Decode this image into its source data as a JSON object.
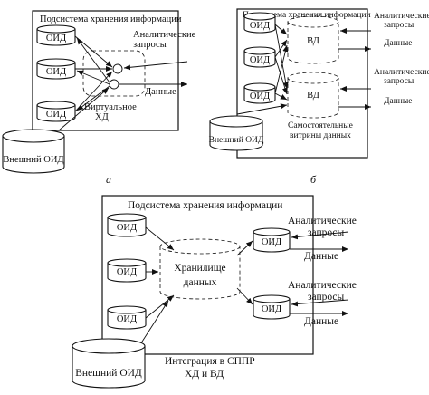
{
  "panel_a": {
    "title": "Подсистема хранения информации",
    "oid": [
      "ОИД",
      "ОИД",
      "ОИД"
    ],
    "vhd_line1": "Виртуальное",
    "vhd_line2": "ХД",
    "queries_line1": "Аналитические",
    "queries_line2": "запросы",
    "data": "Данные",
    "ext": "Внешний ОИД",
    "caption": "а"
  },
  "panel_b": {
    "title": "Подсистема хранения информации",
    "oid": [
      "ОИД",
      "ОИД",
      "ОИД"
    ],
    "vd": [
      "ВД",
      "ВД"
    ],
    "queries1_line1": "Аналитические",
    "queries1_line2": "запросы",
    "data1": "Данные",
    "queries2_line1": "Аналитические",
    "queries2_line2": "запросы",
    "data2": "Данные",
    "marts_line1": "Самостоятельные",
    "marts_line2": "витрины данных",
    "ext": "Внешний ОИД",
    "caption": "б"
  },
  "panel_c": {
    "title": "Подсистема хранения информации",
    "oid": [
      "ОИД",
      "ОИД",
      "ОИД"
    ],
    "dw_line1": "Хранилище",
    "dw_line2": "данных",
    "oid_right": [
      "ОИД",
      "ОИД"
    ],
    "queries1_line1": "Аналитические",
    "queries1_line2": "запросы",
    "data1": "Данные",
    "queries2_line1": "Аналитические",
    "queries2_line2": "запросы",
    "data2": "Данные",
    "ext": "Внешний ОИД",
    "caption_line1": "Интеграция в СППР",
    "caption_line2": "ХД и ВД"
  }
}
